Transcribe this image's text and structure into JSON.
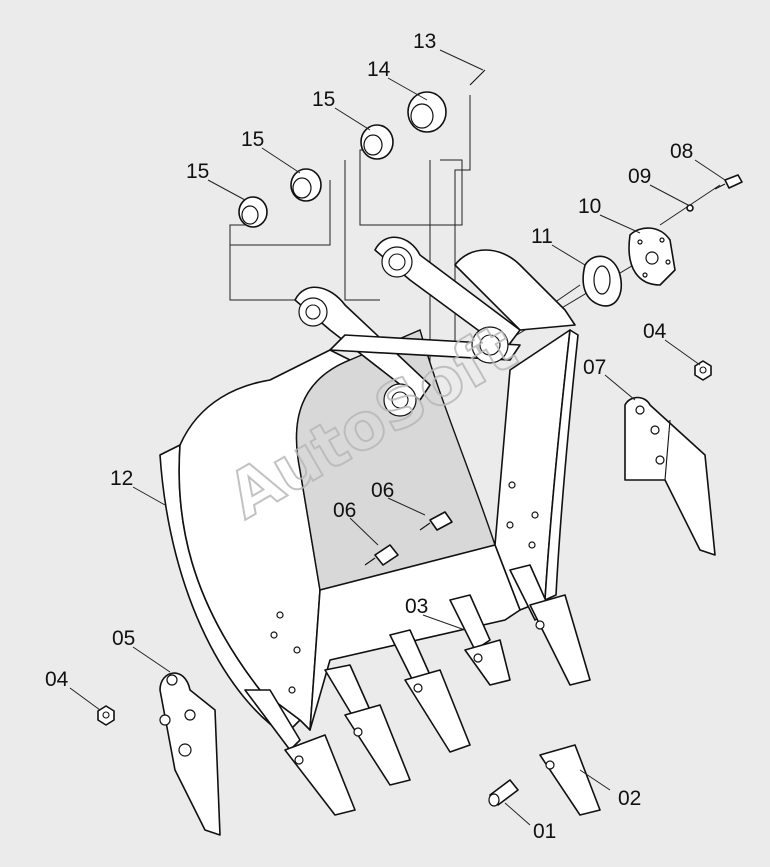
{
  "watermark": "AutoSoft",
  "labels": {
    "p01": "01",
    "p02": "02",
    "p03": "03",
    "p04a": "04",
    "p04b": "04",
    "p05": "05",
    "p06a": "06",
    "p06b": "06",
    "p07": "07",
    "p08": "08",
    "p09": "09",
    "p10": "10",
    "p11": "11",
    "p12": "12",
    "p13": "13",
    "p14": "14",
    "p15a": "15",
    "p15b": "15",
    "p15c": "15"
  }
}
